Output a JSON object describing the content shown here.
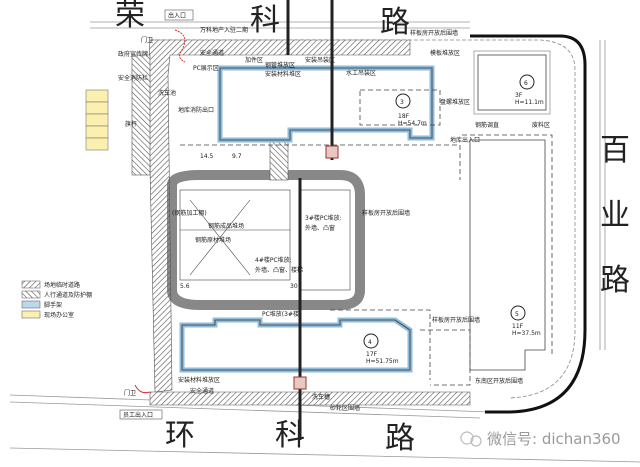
{
  "roads": {
    "top": [
      "荣",
      "科",
      "路"
    ],
    "right": [
      "百",
      "业",
      "路"
    ],
    "bottom": [
      "环",
      "科",
      "路"
    ]
  },
  "gates": {
    "top_entrance": "出入口",
    "bottom_entrance": "员工出入口",
    "guard": "门卫"
  },
  "labels": {
    "top_note": "万科地产入驻二期",
    "fence_top": "样板房开放后围墙",
    "formwork": "模板堆放区",
    "plumbing_lift": "水工吊装区",
    "pipe_store": "钢管堆放区",
    "install_material": "安装材料堆区",
    "install_lift": "安装吊装区",
    "parts": "加件区",
    "pc_show": "PC展示区",
    "safe_passage": "安全通道",
    "gov_board": "政府宣传牌",
    "fire_board": "安全消防栏",
    "flag": "旗杆",
    "wash": "洗车池",
    "basement_exit": "地库消防出口",
    "rebar_coil": "盘螺堆放区",
    "rebar_straight": "钢筋调直",
    "waste": "废料区",
    "basement_entry": "地库出入口",
    "pc3": "3#楼PC堆放:",
    "pc3_items": "外墙、凸窗",
    "pc4": "4#楼PC堆放:",
    "pc4_items": "外墙、凸窗、楼梯",
    "rebar_shed": "(钢筋加工棚)",
    "rebar_raw": "钢筋原材堆场",
    "rebar_done": "钢筋成品堆场",
    "fence_mid": "样板房开放后围墙",
    "fence_right": "样板房开放后围墙",
    "fence_se": "东南区开放后围墙",
    "wash_bottom": "洗车槽",
    "fence_bottom": "砂轮区围墙",
    "pc_bottom": "PC堆放(3#楼)",
    "safety_left": "安全通道",
    "material_left": "安装材料堆放区",
    "dim_a": "14.5",
    "dim_b": "9.7",
    "dim_c": "5.6",
    "dim_d": "30"
  },
  "buildings": [
    {
      "num": "3",
      "floors": "18F",
      "height": "H=54.7m"
    },
    {
      "num": "4",
      "floors": "17F",
      "height": "H=51.75m"
    },
    {
      "num": "5",
      "floors": "11F",
      "height": "H=37.5m"
    },
    {
      "num": "6",
      "floors": "3F",
      "height": "H=11.1m"
    }
  ],
  "legend": [
    {
      "label": "场地临时道路",
      "color": "#ffffff"
    },
    {
      "label": "人行通道及防护棚",
      "color": "#ffffff"
    },
    {
      "label": "脚手架",
      "color": "#bcd8ec"
    },
    {
      "label": "现场办公室",
      "color": "#fbf0b0"
    }
  ],
  "watermark": "微信号: dichan360"
}
